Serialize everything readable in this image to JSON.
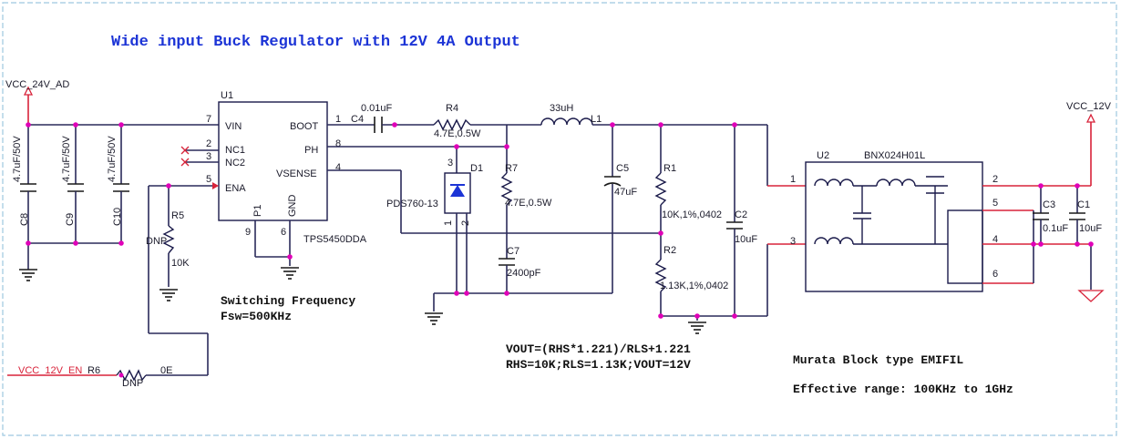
{
  "title": "Wide input Buck Regulator with 12V 4A Output",
  "nets": {
    "vcc_in": "VCC_24V_AD",
    "vcc_out": "VCC_12V",
    "enable": "VCC_12V_EN"
  },
  "input_caps": [
    {
      "ref": "C8",
      "value": "4.7uF/50V"
    },
    {
      "ref": "C9",
      "value": "4.7uF/50V"
    },
    {
      "ref": "C10",
      "value": "4.7uF/50V"
    }
  ],
  "u1": {
    "ref": "U1",
    "part": "TPS5450DDA",
    "pins_left": [
      "VIN",
      "NC1",
      "NC2",
      "ENA"
    ],
    "pins_right": [
      "BOOT",
      "PH",
      "VSENSE"
    ],
    "pins_bottom": [
      "P1",
      "GND"
    ],
    "pin_numbers": {
      "vin": "7",
      "nc1": "2",
      "nc2": "3",
      "ena": "5",
      "boot": "1",
      "ph": "8",
      "vsense": "4",
      "p1": "9",
      "gnd": "6"
    }
  },
  "r5": {
    "ref": "R5",
    "dnp": "DNP",
    "value": "10K"
  },
  "r6": {
    "ref": "R6",
    "dnp": "DNP",
    "value": "0E"
  },
  "c4": {
    "ref": "C4",
    "value": "0.01uF"
  },
  "r4": {
    "ref": "R4",
    "value": "4.7E,0.5W"
  },
  "l1": {
    "ref": "L1",
    "value": "33uH"
  },
  "d1": {
    "ref": "D1",
    "part": "PDS760-13",
    "pins": [
      "3",
      "1",
      "2"
    ]
  },
  "r7": {
    "ref": "R7",
    "value": "4.7E,0.5W"
  },
  "c7": {
    "ref": "C7",
    "value": "2400pF"
  },
  "c5": {
    "ref": "C5",
    "value": "47uF"
  },
  "r1": {
    "ref": "R1",
    "value": "10K,1%,0402"
  },
  "r2": {
    "ref": "R2",
    "value": "1.13K,1%,0402"
  },
  "c2": {
    "ref": "C2",
    "value": "10uF"
  },
  "u2": {
    "ref": "U2",
    "part": "BNX024H01L",
    "pins": [
      "1",
      "3",
      "2",
      "5",
      "4",
      "6"
    ]
  },
  "c3": {
    "ref": "C3",
    "value": "0.1uF"
  },
  "c1": {
    "ref": "C1",
    "value": "10uF"
  },
  "notes": {
    "fsw_title": "Switching Frequency",
    "fsw_value": "Fsw=500KHz",
    "vout_eq": "VOUT=(RHS*1.221)/RLS+1.221",
    "vout_vals": "RHS=10K;RLS=1.13K;VOUT=12V",
    "emifil_title": "Murata Block type EMIFIL",
    "emifil_range": "Effective range: 100KHz to 1GHz"
  },
  "colors": {
    "title": "#1c34d6",
    "wire": "#2a2a5a",
    "net_label": "#d8233a",
    "junction": "#e000b8",
    "border": "#9ec8e0"
  }
}
